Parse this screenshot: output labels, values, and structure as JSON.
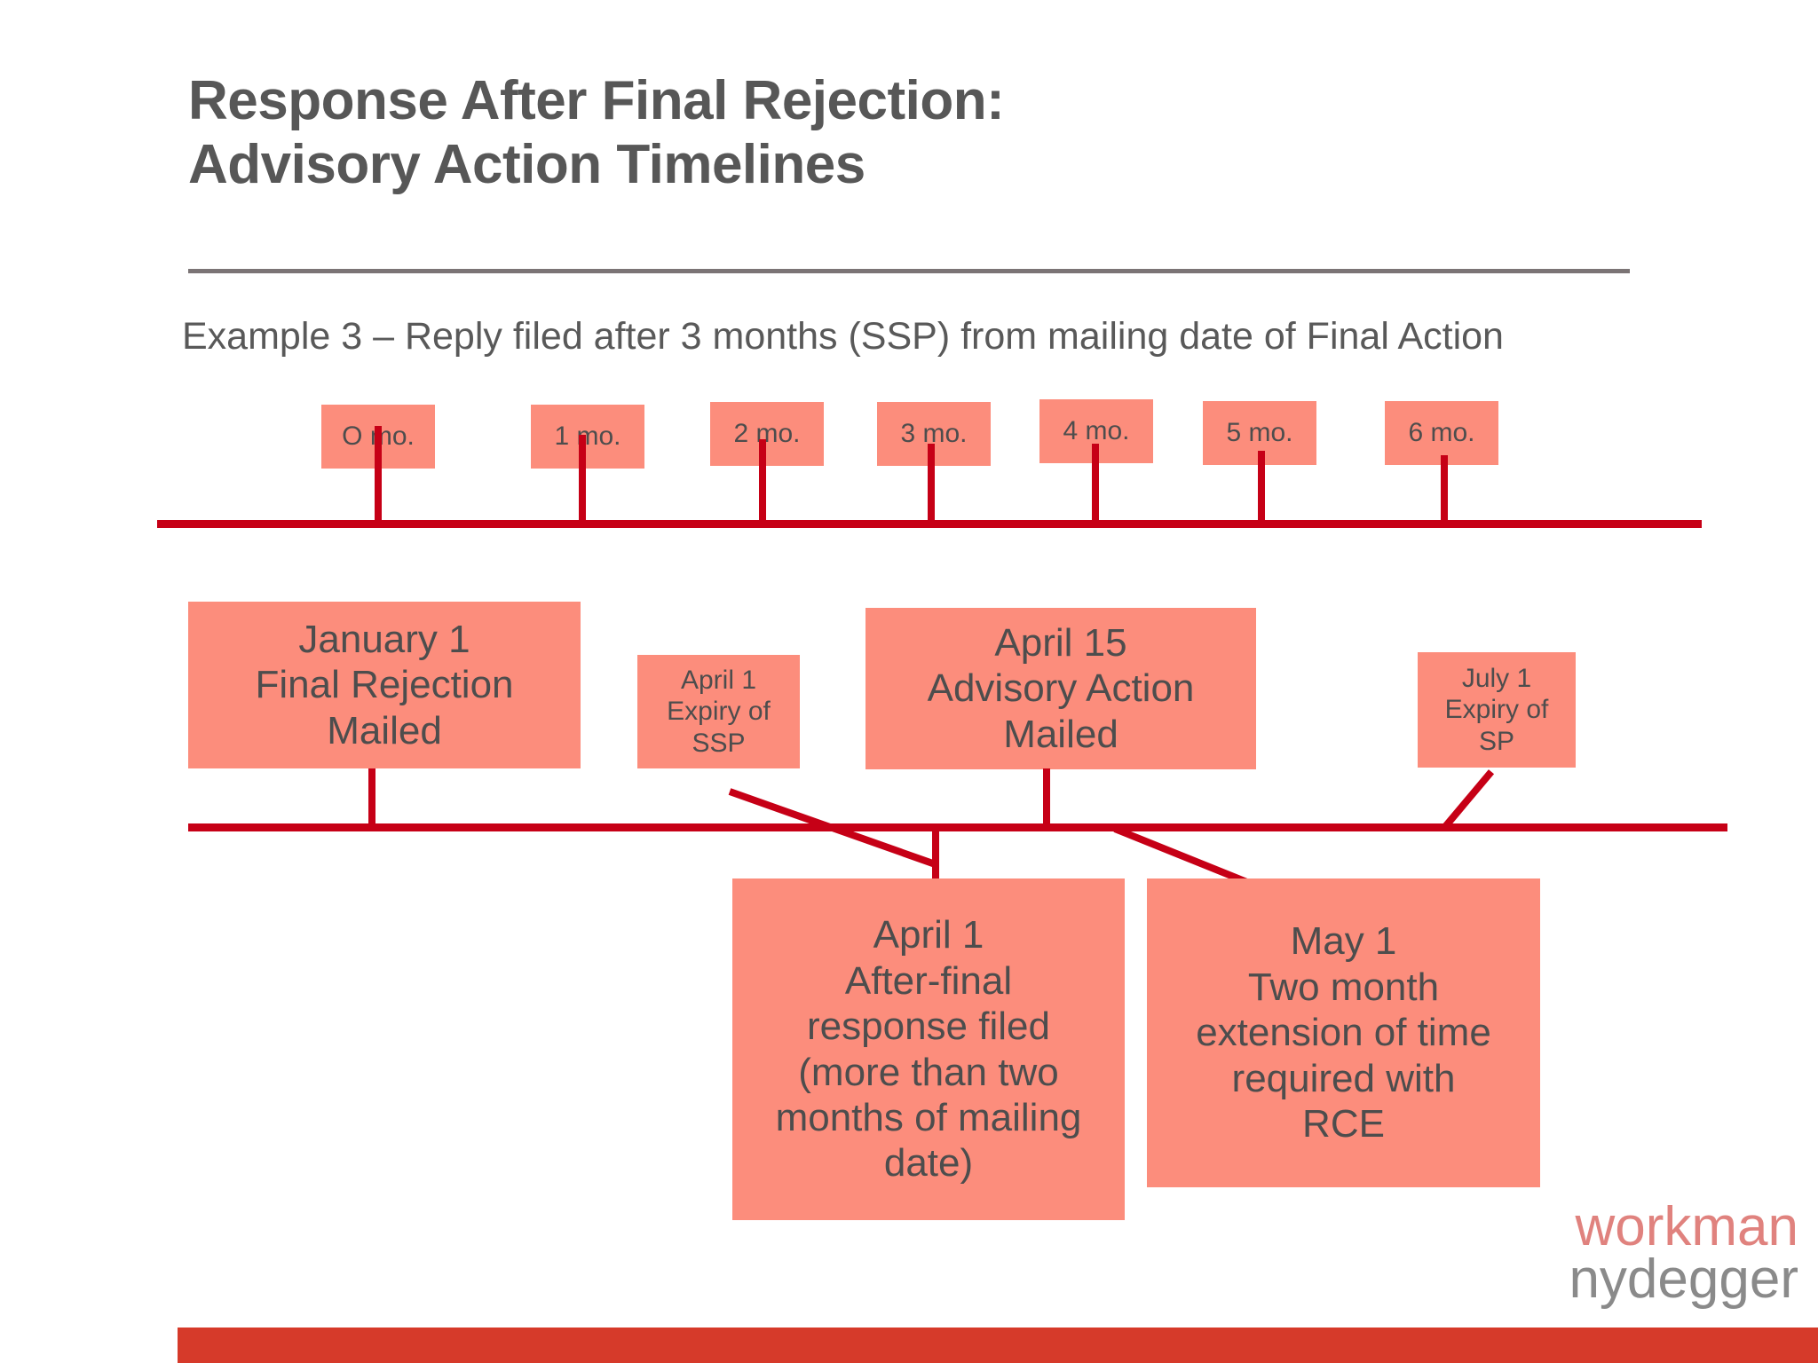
{
  "slide": {
    "title_line1": "Response After Final Rejection:",
    "title_line2": "Advisory Action Timelines",
    "subtitle": "Example 3 – Reply filed after 3 months (SSP) from mailing date of Final Action"
  },
  "month_scale": {
    "labels": [
      "O mo.",
      "1 mo.",
      "2 mo.",
      "3 mo.",
      "4 mo.",
      "5 mo.",
      "6 mo."
    ]
  },
  "event_boxes": {
    "jan1": "January 1\nFinal Rejection\nMailed",
    "jan1_lines": [
      "January 1",
      "Final Rejection",
      "Mailed"
    ],
    "apr1_ssp_lines": [
      "April 1",
      "Expiry of",
      "SSP"
    ],
    "apr15_lines": [
      "April 15",
      "Advisory Action",
      "Mailed"
    ],
    "jul1_sp_lines": [
      "July 1",
      "Expiry of",
      "SP"
    ],
    "apr1_response_lines": [
      "April 1",
      "After-final",
      "response filed",
      "(more than two",
      "months of mailing",
      "date)"
    ],
    "may1_lines": [
      "May 1",
      "Two month",
      "extension of time",
      "required with",
      "RCE"
    ]
  },
  "logo": {
    "line1": "workman",
    "line2": "nydegger"
  },
  "colors": {
    "box_fill": "#fc8d7c",
    "timeline_red": "#c60016",
    "bottom_bar": "#d63a2a",
    "title_gray": "#575757",
    "rule_gray": "#7b7475",
    "logo_rose": "#e0827e",
    "logo_gray": "#8a8a8a"
  }
}
